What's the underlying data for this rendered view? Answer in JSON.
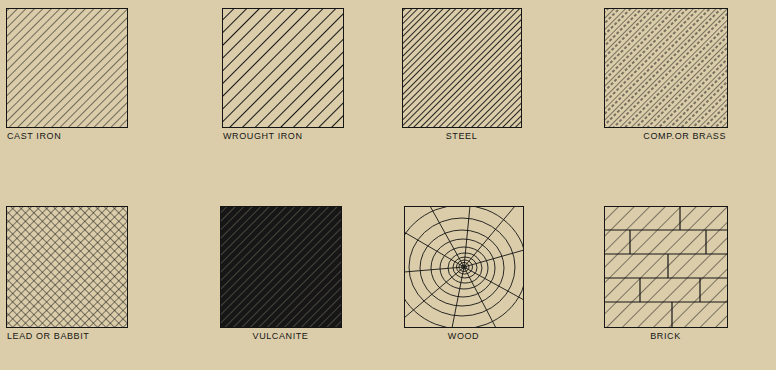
{
  "diagram": {
    "nodes": [
      {
        "text": [
          "CAST IRON"
        ]
      },
      {
        "text": [
          "WROUGHT IRON"
        ]
      },
      {
        "text": [
          "STEEL"
        ]
      },
      {
        "text": [
          "COMP.OR BRASS"
        ]
      },
      {
        "text": [
          "LEAD OR BABBIT"
        ]
      },
      {
        "text": [
          "VULCANITE"
        ]
      },
      {
        "text": [
          "WOOD"
        ]
      },
      {
        "text": [
          "BRICK"
        ]
      }
    ]
  }
}
